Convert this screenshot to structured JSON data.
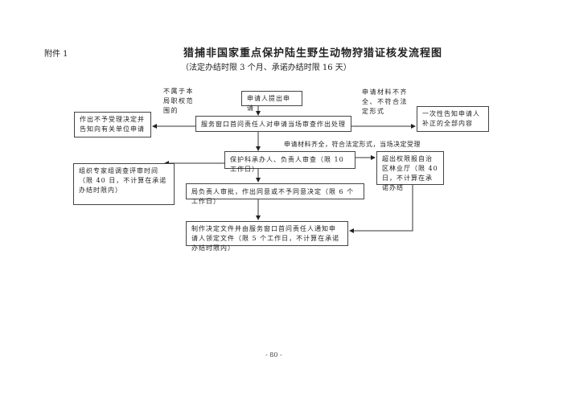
{
  "attachment_label": "附件 1",
  "title": "猎捕非国家重点保护陆生野生动物狩猎证核发流程图",
  "subtitle": "（法定办结时限 3 个月、承诺办结时限 16 天）",
  "nodes": {
    "apply": "申请人提出申请",
    "window_review": "服务窗口首问责任人对申请当场审查作出处理",
    "reject": "作出不予受理决定并告知向有关单位申请",
    "correction": "一次性告知申请人补正的全部内容",
    "section_review": "保护科承办人、负责人审查（限 10 工作日）",
    "expert_review": "组织专家组调查评审时间（限 40 日，不计算在承诺办结时限内）",
    "bureau_approval": "局负责人审批，作出同意或不予同意决定（限 6 个工作日）",
    "beyond_authority": "超出权限报自治区林业厅（限 40 日，不计算在承诺办结",
    "issue_document": "制作决定文件并由服务窗口首问责任人通知申请人领定文件（限 5 个工作日，不计算在承诺办结时限内）"
  },
  "edge_labels": {
    "not_in_scope": "不属于本局职权范围的",
    "incomplete": "申请材料不齐全、不符合法定形式",
    "complete": "申请材料齐全，符合法定形式，当场决定受理"
  },
  "page_number": "- 80 -"
}
